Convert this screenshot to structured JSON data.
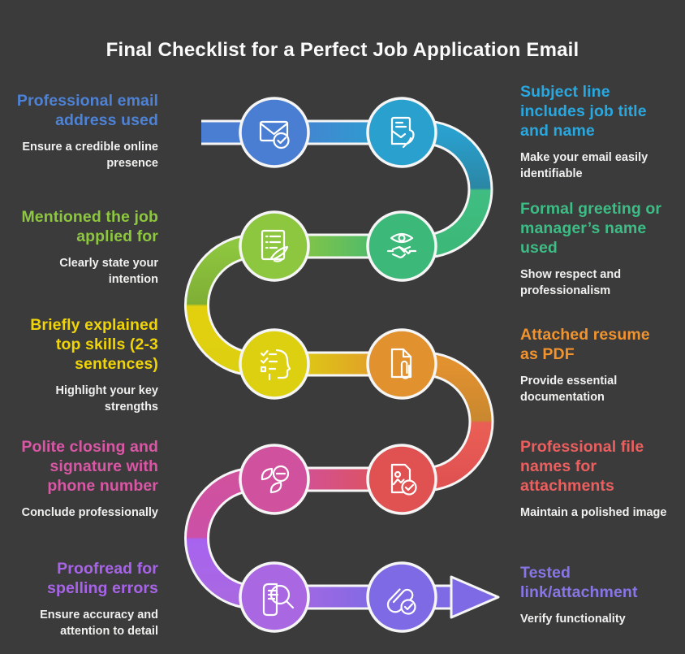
{
  "title": "Final Checklist for a Perfect Job Application Email",
  "palette": {
    "background": "#3b3b3b",
    "casing": "#f5f5f5",
    "blue": "#4a7ed2",
    "cyan": "#2aa0cf",
    "tealSeam": "#2b86a4",
    "emeraldSeam": "#40bd82",
    "emerald": "#3cb878",
    "green": "#8dc63f",
    "greenSeam": "#7fae35",
    "yellowSeam": "#e3d00e",
    "yellow": "#ddd011",
    "orange": "#e2912f",
    "orangeSeam": "#c9882f",
    "redSeam": "#ea5f55",
    "red": "#e05252",
    "pink": "#d0519e",
    "pinkSeam": "#cb50a6",
    "violetSeam": "#a763ef",
    "purple": "#a968e2",
    "violet": "#7e6ae4"
  },
  "left": [
    {
      "title": "Professional email\naddress used",
      "desc": "Ensure a credible online\npresence",
      "title_color": "#4d82d6",
      "icon": "envelope-check-icon"
    },
    {
      "title": "Mentioned the job\napplied for",
      "desc": "Clearly state your\nintention",
      "title_color": "#8dc63f",
      "icon": "document-pen-icon"
    },
    {
      "title": "Briefly explained\ntop skills (2-3\nsentences)",
      "desc": "Highlight your key\nstrengths",
      "title_color": "#f0d406",
      "icon": "head-checklist-icon"
    },
    {
      "title": "Polite closing and\nsignature with\nphone number",
      "desc": "Conclude professionally",
      "title_color": "#d957a5",
      "icon": "signature-shapes-icon"
    },
    {
      "title": "Proofread for\nspelling errors",
      "desc": "Ensure accuracy and\nattention to detail",
      "title_color": "#a864e8",
      "icon": "document-magnifier-icon"
    }
  ],
  "right": [
    {
      "title": "Subject line\nincludes job title\nand name",
      "desc": "Make your email easily\nidentifiable",
      "title_color": "#29a8e0",
      "icon": "hand-letter-icon"
    },
    {
      "title": "Formal greeting or\nmanager’s name\nused",
      "desc": "Show respect and\nprofessionalism",
      "title_color": "#3dbd85",
      "icon": "eye-handshake-icon"
    },
    {
      "title": "Attached resume\nas PDF",
      "desc": "Provide essential\ndocumentation",
      "title_color": "#f2932d",
      "icon": "document-paperclip-icon"
    },
    {
      "title": "Professional file\nnames for\nattachments",
      "desc": "Maintain a polished image",
      "title_color": "#ed5f5f",
      "icon": "file-check-icon"
    },
    {
      "title": "Tested\nlink/attachment",
      "desc": "Verify functionality",
      "title_color": "#8876e8",
      "icon": "paperclip-check-icon"
    }
  ]
}
